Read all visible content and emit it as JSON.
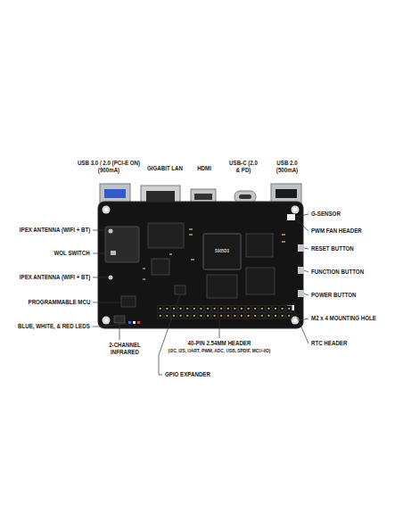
{
  "diagram": {
    "labels": [
      "USB 3.0 / 2.0 (PCI-E ON) (900mA)",
      "GIGABIT LAN",
      "HDMI",
      "USB-C (2.0 & PD)",
      "USB 2.0 (500mA)",
      "IPEX ANTENNA (WIFI + BT)",
      "WOL SWITCH",
      "IPEX ANTENNA (WIFI + BT)",
      "PROGRAMMABLE MCU",
      "BLUE, WHITE, & RED LEDS",
      "G-SENSOR",
      "PWM FAN HEADER",
      "RESET BUTTON",
      "FUNCTION BUTTON",
      "POWER BUTTON",
      "M2 x 4 MOUNTING HOLE",
      "RTC HEADER",
      "2-CHANNEL INFRARED",
      "40-PIN 2.54MM HEADER",
      "(I2C, I2S, UART, PWM, ADC, USB, SPDIF, MCU-I/O)",
      "GPIO EXPANDER",
      "S905D3"
    ]
  }
}
